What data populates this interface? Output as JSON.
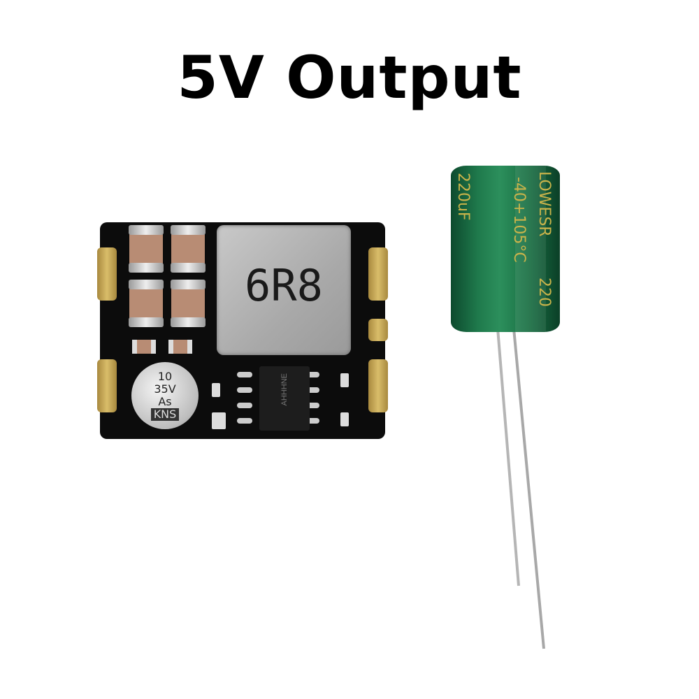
{
  "title": "5V Output",
  "module": {
    "inductor_marking": "6R8",
    "capacitor_marking": [
      "10",
      "35V",
      "As",
      "KNS"
    ],
    "ic_marking": "AHHHNE",
    "pcb_color": "#0c0c0c",
    "pad_color": "#d9bd6a"
  },
  "electrolytic_capacitor": {
    "marking_main": "LOWESR",
    "marking_temp": "-40+105°C",
    "marking_value": "220uF",
    "marking_partial": "220",
    "sleeve_color": "#1f7a4c",
    "text_color": "#c9b34a"
  }
}
